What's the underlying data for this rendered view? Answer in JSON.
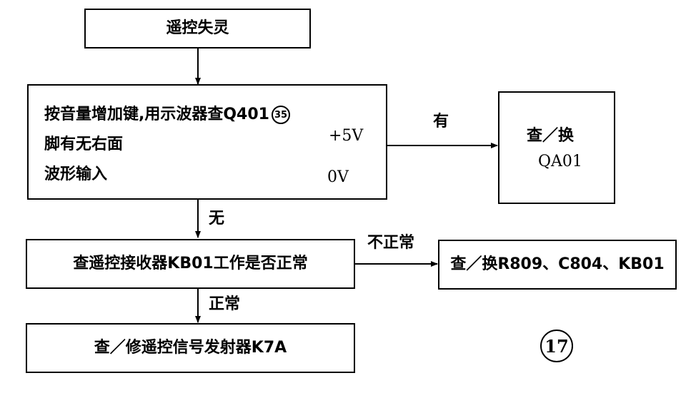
{
  "nodes": {
    "start": "遥控失灵",
    "step1": {
      "line1": "按音量增加键,用示波器查Q401",
      "pin": "35",
      "line2": "脚有无右面",
      "line3": "波形输入",
      "high_level": "+5V",
      "low_level": "0V"
    },
    "check_qa01": {
      "line1": "查／换",
      "line2": "QA01"
    },
    "step2": "查遥控接收器KB01工作是否正常",
    "replace_parts": "查／换R809、C804、KB01",
    "step3": "查／修遥控信号发射器K7A"
  },
  "edges": {
    "yes": "有",
    "no": "无",
    "abnormal": "不正常",
    "normal": "正常"
  },
  "figure_number": "17"
}
